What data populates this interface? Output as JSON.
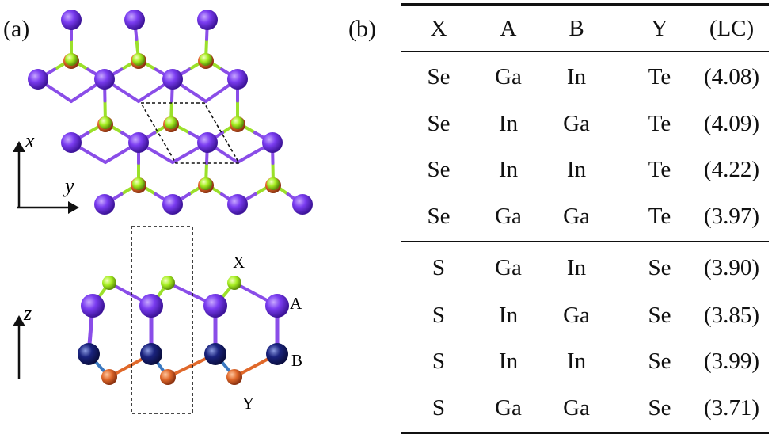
{
  "panels": {
    "a_label": "(a)",
    "b_label": "(b)"
  },
  "figure_a": {
    "axis_x": "x",
    "axis_y": "y",
    "axis_z": "z",
    "layer_labels": [
      "X",
      "A",
      "B",
      "Y"
    ],
    "colors": {
      "purple_atom": "#7a3cf0",
      "green_atom": "#a6ee22",
      "orange_atom": "#e0682a",
      "navy_atom": "#1a237e",
      "bond_purple": "#8a4de8",
      "bond_green": "#9be02a",
      "bond_blue": "#3a78c0"
    }
  },
  "table": {
    "headers": [
      "X",
      "A",
      "B",
      "Y",
      "(LC)"
    ],
    "rows": [
      [
        "Se",
        "Ga",
        "In",
        "Te",
        "(4.08)"
      ],
      [
        "Se",
        "In",
        "Ga",
        "Te",
        "(4.09)"
      ],
      [
        "Se",
        "In",
        "In",
        "Te",
        "(4.22)"
      ],
      [
        "Se",
        "Ga",
        "Ga",
        "Te",
        "(3.97)"
      ],
      [
        "S",
        "Ga",
        "In",
        "Se",
        "(3.90)"
      ],
      [
        "S",
        "In",
        "Ga",
        "Se",
        "(3.85)"
      ],
      [
        "S",
        "In",
        "In",
        "Se",
        "(3.99)"
      ],
      [
        "S",
        "Ga",
        "Ga",
        "Se",
        "(3.71)"
      ]
    ]
  }
}
